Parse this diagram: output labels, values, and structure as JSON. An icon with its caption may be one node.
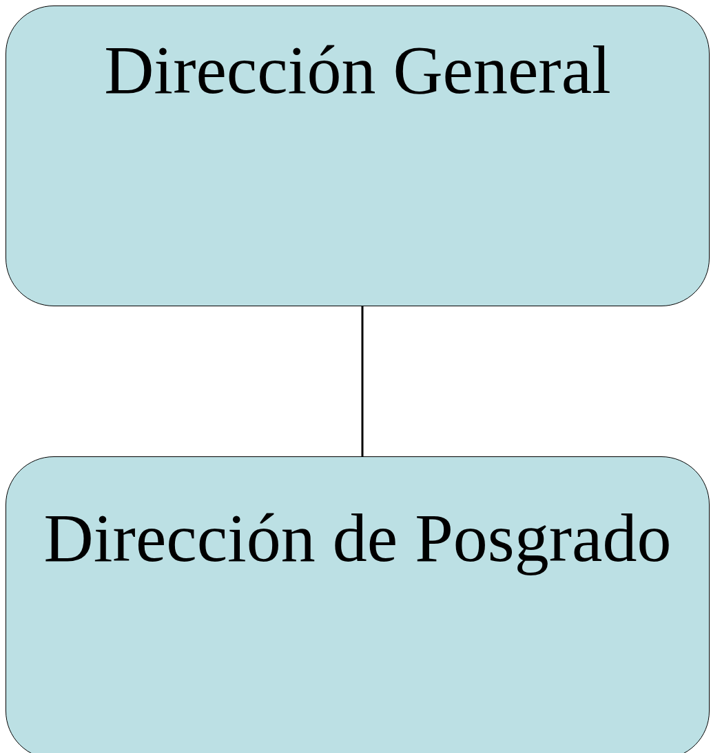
{
  "diagram": {
    "nodes": [
      {
        "text": [
          "Dirección General"
        ]
      },
      {
        "text": [
          "Dirección de Posgrado"
        ]
      }
    ],
    "edges": [
      {
        "from": 0,
        "to": 1,
        "arrow": "none"
      }
    ]
  }
}
